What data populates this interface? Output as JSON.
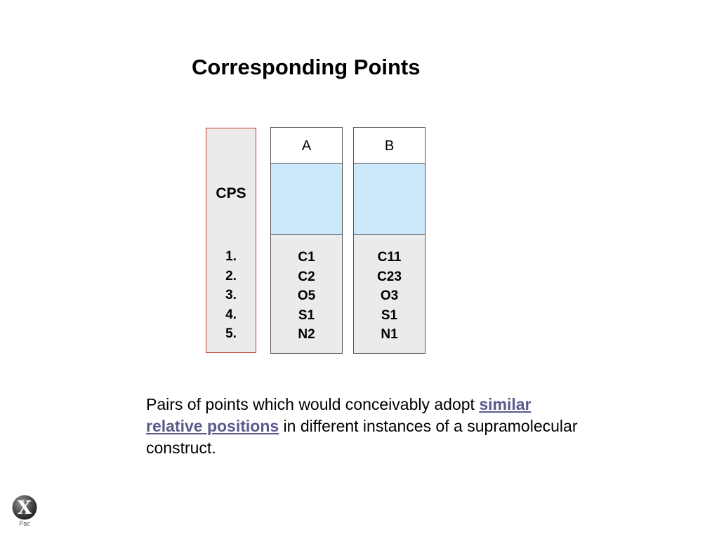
{
  "title": "Corresponding Points",
  "cps": {
    "label": "CPS",
    "numbers": [
      "1.",
      "2.",
      "3.",
      "4.",
      "5."
    ]
  },
  "columns": [
    {
      "header": "A",
      "items": [
        "C1",
        "C2",
        "O5",
        "S1",
        "N2"
      ]
    },
    {
      "header": "B",
      "items": [
        "C11",
        "C23",
        "O3",
        "S1",
        "N1"
      ]
    }
  ],
  "description": {
    "part1": "Pairs of points which would conceivably adopt ",
    "link": "similar relative positions",
    "part2": " in different instances of a supramolecular construct."
  },
  "logo": {
    "letter": "X",
    "sub": "Pac"
  },
  "colors": {
    "cps_border": "#c0392b",
    "panel_fill": "#ebebeb",
    "blue_fill": "#cce8fb",
    "link": "#5a5a8c"
  }
}
